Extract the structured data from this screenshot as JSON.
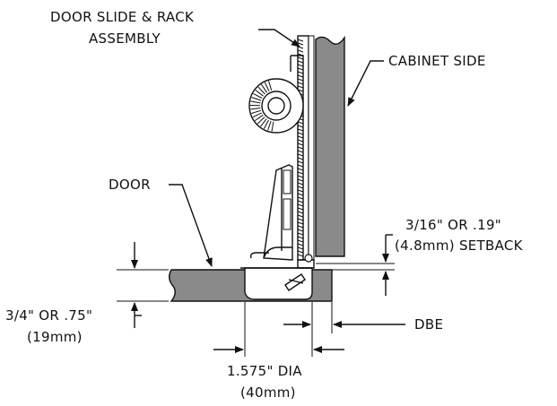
{
  "colors": {
    "ink": "#111111",
    "panel": "#8a8a8a",
    "paper": "#ffffff"
  },
  "labels": {
    "slide_line1": "DOOR SLIDE & RACK",
    "slide_line2": "ASSEMBLY",
    "cabinet_side": "CABINET SIDE",
    "door": "DOOR",
    "setback_line1": "3/16\" OR .19\"",
    "setback_line2": "(4.8mm) SETBACK",
    "thickness_line1": "3/4\" OR .75\"",
    "thickness_line2": "(19mm)",
    "dbe": "DBE",
    "dia_line1": "1.575\" DIA",
    "dia_line2": "(40mm)"
  }
}
